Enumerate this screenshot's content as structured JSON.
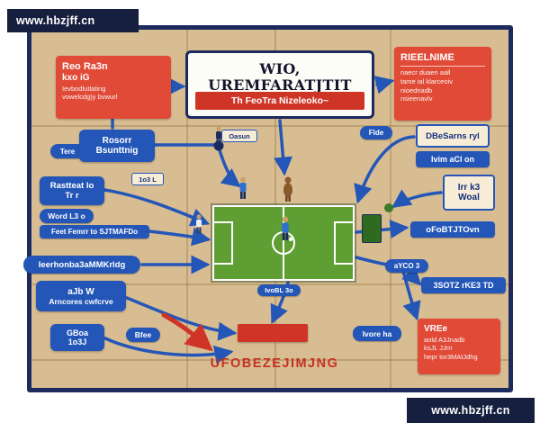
{
  "watermarks": {
    "top_left": "www.hbzjff.cn",
    "bottom_right": "www.hbzjff.cn"
  },
  "title_card": {
    "title": "WIO, UREMFARATJTIT",
    "subtitle": "Th FeoTra Nizeleoko~"
  },
  "top_left_note": {
    "line1": "Reo Ra3n",
    "line2": "kxo iG",
    "line3": "Ievbodlutlating",
    "line4": "vowelcdg)y bvwurl"
  },
  "top_right_note": {
    "title": "RIEELNIME",
    "line1": "naecr duaen aall",
    "line2": "tame ial klarceoiv",
    "line3": "nioednadb",
    "line4": "nsieenavlv"
  },
  "left_nodes": {
    "tere": "Tere",
    "rosorr_line1": "Rosorr",
    "rosorr_line2": "Bsunttnig",
    "tag_1o3l": "1o3 L",
    "oasun": "Oasun",
    "rastteat_line1": "Rastteat lo",
    "rastteat_line2": "Tr r",
    "word": "Word L3 o",
    "feet": "Feet Femrr to SJTMAFDo",
    "ieer": "Ieerhonba3aMMKrldg",
    "ajb_line1": "aJb W",
    "ajb_line2": "Arncores cwfcrve",
    "gboa_line1": "GBoa",
    "gboa_line2": "1o3J",
    "bfee": "Bfee"
  },
  "right_nodes": {
    "flde": "Flde",
    "dbesarns": "DBeSarns ryl",
    "ivim": "Ivim aCl on",
    "irrk3_line1": "Irr k3",
    "irrk3_line2": "Woal",
    "ofob": "oFoBTJTOvn",
    "ayco": "aYCO 3",
    "sotz": "3SOTZ rKE3 TD",
    "red_line1": "VREe",
    "red_line2": "aold A3Jnadb",
    "red_line3": "ksJL JJrn",
    "red_line4": "hepr tor3MAtJdhg"
  },
  "bottom": {
    "ivore": "Ivore ha",
    "ivobl": "IvoBL 3o",
    "caption": "UFOBEZEJIMJNG"
  },
  "colors": {
    "frame_navy": "#1c2a5e",
    "node_blue": "#2456b8",
    "accent_red": "#e04a37",
    "banner_navy": "#161f3d",
    "background_tan": "#d8bd92",
    "field_green": "#5f9e33"
  }
}
